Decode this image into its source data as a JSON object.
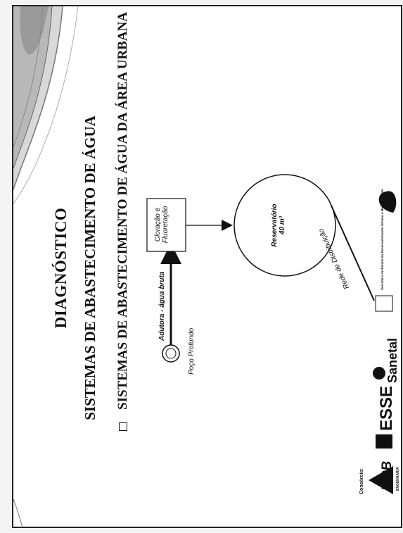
{
  "slide": {
    "title": "DIAGNÓSTICO",
    "subtitle": "SISTEMAS DE ABASTECIMENTO DE ÁGUA",
    "section": "SISTEMAS DE ABASTECIMENTO DE ÁGUA DA ÁREA URBANA"
  },
  "diagram": {
    "well": "Poço Profundo",
    "pipe": "Adutora - água bruta",
    "treatment_line1": "Cloração e",
    "treatment_line2": "Fluoretação",
    "reservoir_line1": "Reservatório",
    "reservoir_line2": "40 m³",
    "network": "Rede de Distribuição"
  },
  "logos": {
    "consortium_label": "Consórcio:",
    "mpb": "MPB",
    "mpb_sub": "ENGENHARIA",
    "esse": "ESSE",
    "sanetal": "Sanetal",
    "secretaria": "Secretaria de Estado do Desenvolvimento Urbano e Meio Ambiente"
  },
  "colors": {
    "ink": "#111111",
    "decor": "#8a8a8a"
  }
}
